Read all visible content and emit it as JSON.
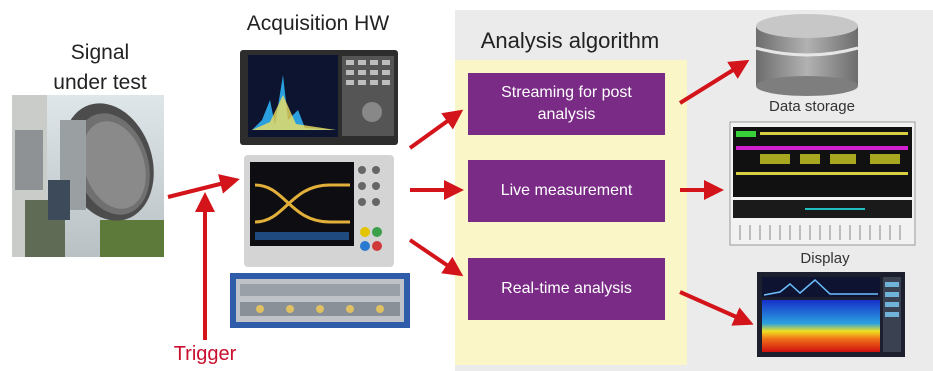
{
  "labels": {
    "signal": "Signal\nunder test",
    "acquisition": "Acquisition HW",
    "analysis": "Analysis algorithm",
    "trigger": "Trigger",
    "data_storage": "Data storage",
    "display": "Display"
  },
  "boxes": [
    {
      "label": "Streaming for post\nanalysis"
    },
    {
      "label": "Live measurement"
    },
    {
      "label": "Real-time analysis"
    }
  ],
  "colors": {
    "arrow": "#d3141a",
    "box": "#7a2b86",
    "panel": "#ebebeb",
    "highlight": "#fbf6c8",
    "trigger_text": "#c8102e"
  },
  "icons": [
    "antenna-photo",
    "spectrum-analyzer-icon",
    "oscilloscope-icon",
    "digitizer-module-icon",
    "database-icon",
    "logic-display-icon",
    "spectrogram-display-icon"
  ]
}
